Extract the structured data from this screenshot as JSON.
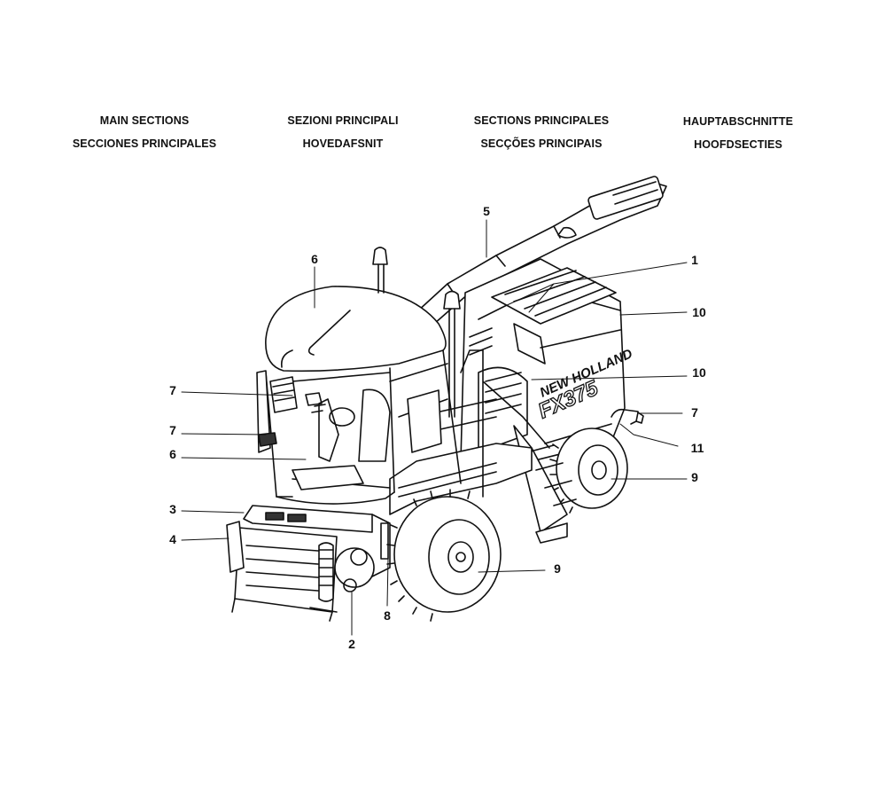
{
  "headings": {
    "row1": [
      "MAIN SECTIONS",
      "SEZIONI PRINCIPALI",
      "SECTIONS PRINCIPALES",
      "HAUPTABSCHNITTE"
    ],
    "row2": [
      "SECCIONES PRINCIPALES",
      "HOVEDAFSNIT",
      "SECÇÕES PRINCIPAIS",
      "HOOFDSECTIES"
    ]
  },
  "callouts": {
    "c5": "5",
    "c6_top": "6",
    "c1": "1",
    "c10_top": "10",
    "c10_mid": "10",
    "c7_left_top": "7",
    "c7_left_mid": "7",
    "c6_left": "6",
    "c3": "3",
    "c4": "4",
    "c7_right": "7",
    "c11": "11",
    "c9_right": "9",
    "c9_bottom": "9",
    "c8": "8",
    "c2": "2"
  },
  "machine": {
    "brand": "NEW HOLLAND",
    "model": "FX375"
  }
}
